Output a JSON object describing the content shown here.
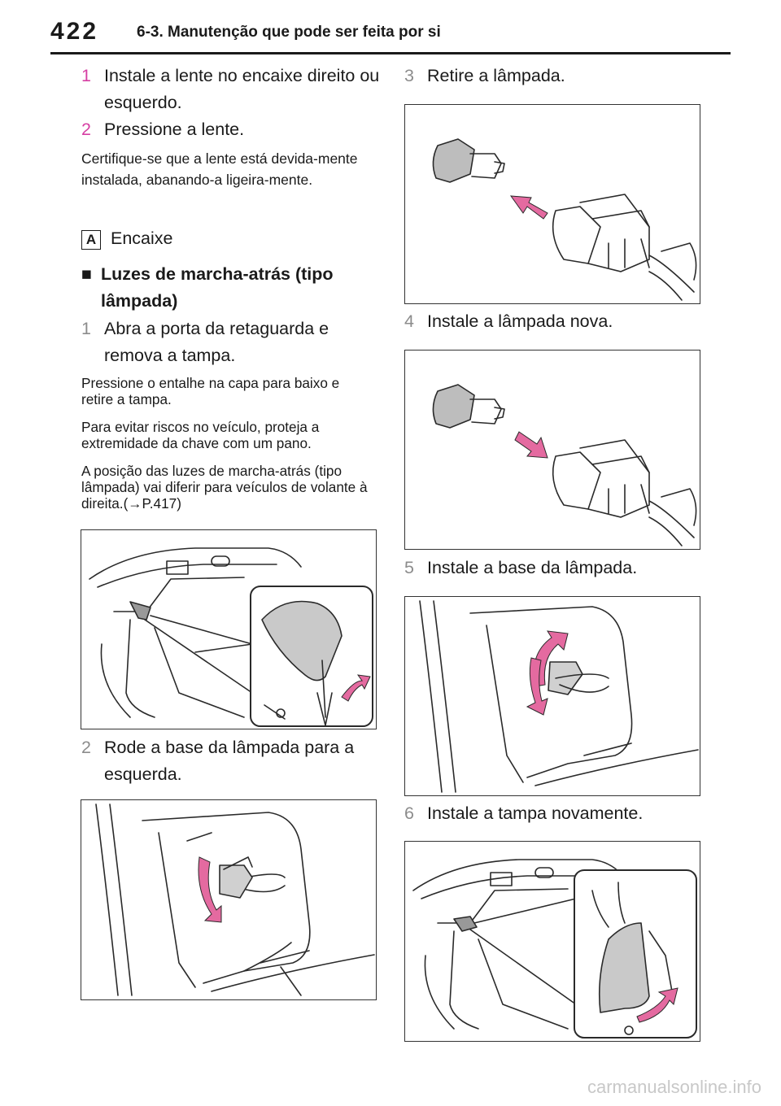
{
  "page": {
    "number": "422",
    "header": "6-3. Manutenção que pode ser feita por si",
    "watermark": "carmanualsonline.info"
  },
  "left": {
    "step1": {
      "num": "1",
      "text": "Instale a lente no encaixe direito ou esquerdo."
    },
    "step2": {
      "num": "2",
      "text": "Pressione a lente."
    },
    "note": "Certifique-se que a lente está devida-mente instalada, abanando-a ligeira-mente.",
    "badge": "A",
    "badge_label": "Encaixe",
    "section_mark": "■",
    "section_title": "Luzes de marcha-atrás (tipo lâmpada)",
    "s1": {
      "num": "1",
      "text": "Abra a porta da retaguarda e remova a tampa."
    },
    "p1": "Pressione o entalhe na capa para baixo e retire a tampa.",
    "p2": "Para evitar riscos no veículo, proteja a extremidade da chave com um pano.",
    "p3": "A posição das luzes de marcha-atrás (tipo lâmpada) vai diferir para veículos de volante à direita.(→P.417)",
    "s2": {
      "num": "2",
      "text": "Rode a base da lâmpada para a esquerda."
    }
  },
  "right": {
    "s3": {
      "num": "3",
      "text": "Retire a lâmpada."
    },
    "s4": {
      "num": "4",
      "text": "Instale a lâmpada nova."
    },
    "s5": {
      "num": "5",
      "text": "Instale a base da lâmpada."
    },
    "s6": {
      "num": "6",
      "text": "Instale a tampa novamente."
    }
  },
  "colors": {
    "step_accent": "#d63fa3",
    "step_grey": "#8c8c8c",
    "arrow_pink": "#e46aa0"
  }
}
